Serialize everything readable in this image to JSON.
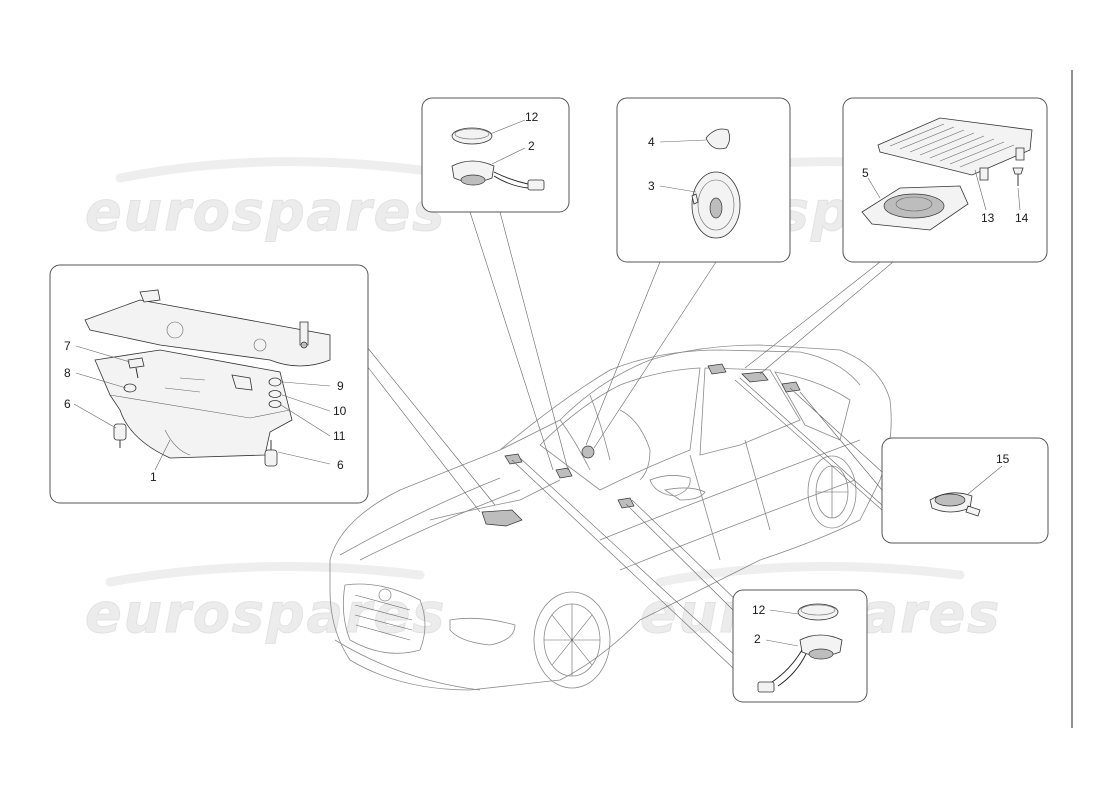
{
  "watermark": {
    "text": "eurospares"
  },
  "callouts": {
    "c1": "1",
    "c2a": "2",
    "c2b": "2",
    "c3": "3",
    "c4": "4",
    "c5": "5",
    "c6a": "6",
    "c6b": "6",
    "c7": "7",
    "c8": "8",
    "c9": "9",
    "c10": "10",
    "c11": "11",
    "c12a": "12",
    "c12b": "12",
    "c13": "13",
    "c14": "14",
    "c15": "15"
  }
}
